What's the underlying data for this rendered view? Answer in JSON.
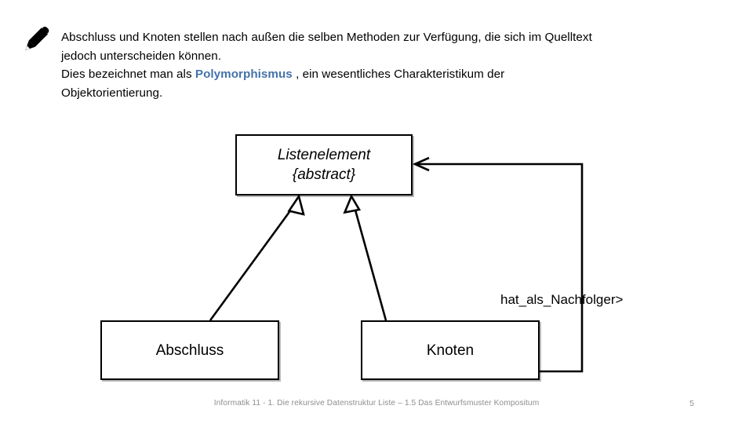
{
  "slide": {
    "bullet_icon": "pencil-icon",
    "background": "#ffffff"
  },
  "body": {
    "line1": "Abschluss und Knoten stellen nach außen die selben Methoden zur Verfügung, die sich im Quelltext",
    "line2": "jedoch unterscheiden können.",
    "line3_before": "Dies bezeichnet man als ",
    "line3_keyword": "Polymorphismus",
    "line3_after": " , ein wesentliches Charakteristikum der",
    "line4": "Objektorientierung.",
    "keyword_color": "#4472A8"
  },
  "diagram": {
    "type": "uml-class-diagram",
    "classes": [
      {
        "id": "listenelement",
        "name": "Listenelement",
        "stereotype": "{abstract}",
        "abstract": true
      },
      {
        "id": "abschluss",
        "name": "Abschluss",
        "abstract": false
      },
      {
        "id": "knoten",
        "name": "Knoten",
        "abstract": false
      }
    ],
    "relations": [
      {
        "type": "generalization",
        "from": "Abschluss",
        "to": "Listenelement"
      },
      {
        "type": "generalization",
        "from": "Knoten",
        "to": "Listenelement"
      },
      {
        "type": "association",
        "from": "Knoten",
        "to": "Listenelement",
        "label": "hat_als_Nachfolger>"
      }
    ],
    "association_label": "hat_als_Nachfolger>",
    "line_color": "#000000"
  },
  "footer": {
    "text": "Informatik 11 - 1. Die rekursive Datenstruktur Liste – 1.5 Das Entwurfsmuster Kompositum",
    "page_number": "5",
    "color": "#8e8e8e"
  }
}
